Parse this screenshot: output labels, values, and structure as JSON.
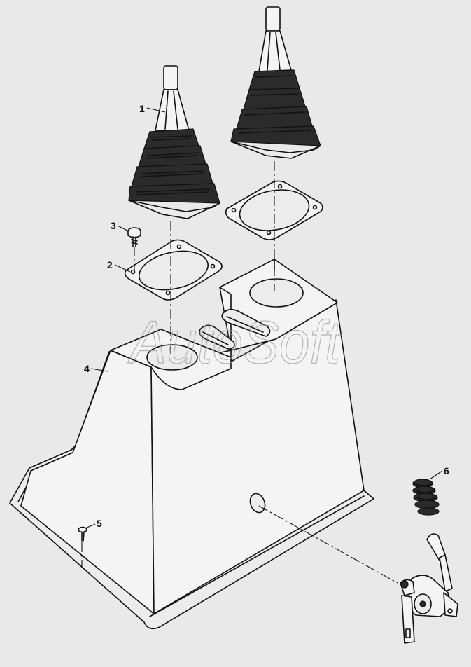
{
  "callouts": {
    "c1": "1",
    "c2": "2",
    "c3": "3",
    "c4": "4",
    "c5": "5",
    "c6": "6"
  },
  "watermark": "AutoSoft",
  "colors": {
    "background": "#e9e9e9",
    "line": "#111111",
    "watermark": "#9a9a9a"
  }
}
